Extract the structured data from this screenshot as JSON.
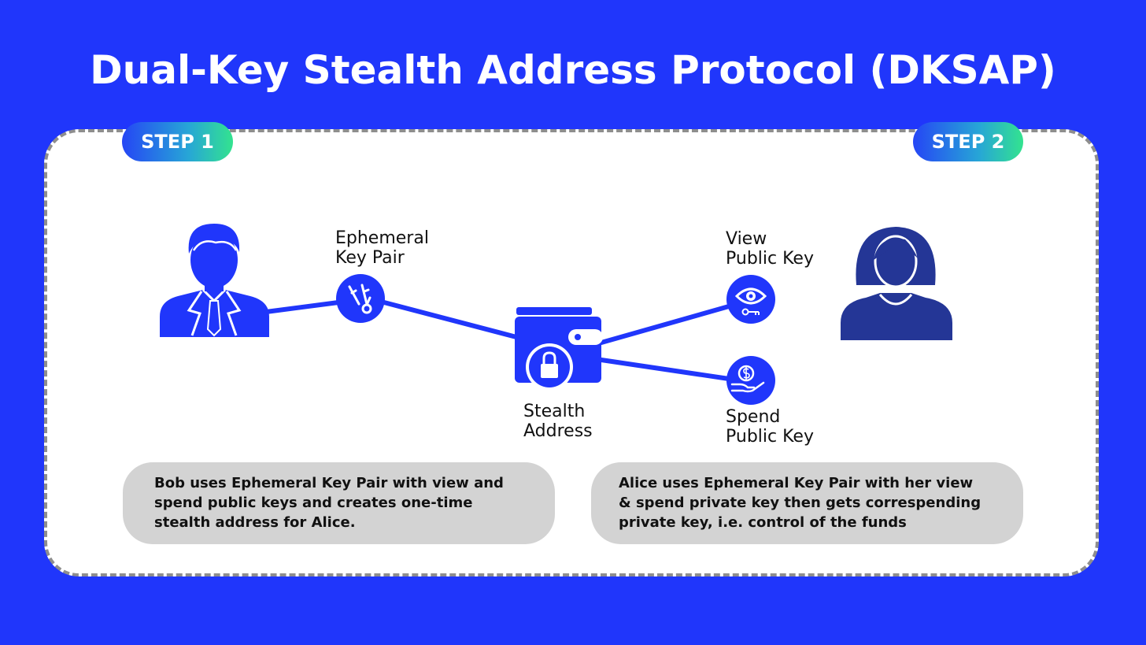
{
  "title": "Dual-Key Stealth Address Protocol (DKSAP)",
  "steps": {
    "step1": "STEP 1",
    "step2": "STEP 2"
  },
  "labels": {
    "ephemeral_line1": "Ephemeral",
    "ephemeral_line2": "Key Pair",
    "view_line1": "View",
    "view_line2": "Public Key",
    "stealth_line1": "Stealth",
    "stealth_line2": "Address",
    "spend_line1": "Spend",
    "spend_line2": "Public Key"
  },
  "descriptions": {
    "bob": {
      "line1": "Bob uses Ephemeral Key Pair with view and",
      "line2": "spend public keys and creates one-time",
      "line3": "stealth address for Alice."
    },
    "alice": {
      "line1": "Alice uses Ephemeral Key Pair with her view",
      "line2": "& spend private key then gets correspending",
      "line3": "private key, i.e. control of the funds"
    }
  },
  "colors": {
    "background": "#2036fb",
    "icon_blue": "#2036fb",
    "alice_navy": "#243696",
    "box_gray": "#d3d3d3"
  },
  "icons": [
    "bob-icon",
    "alice-icon",
    "keys-icon",
    "eye-key-icon",
    "wallet-lock-icon",
    "hand-coin-icon"
  ]
}
